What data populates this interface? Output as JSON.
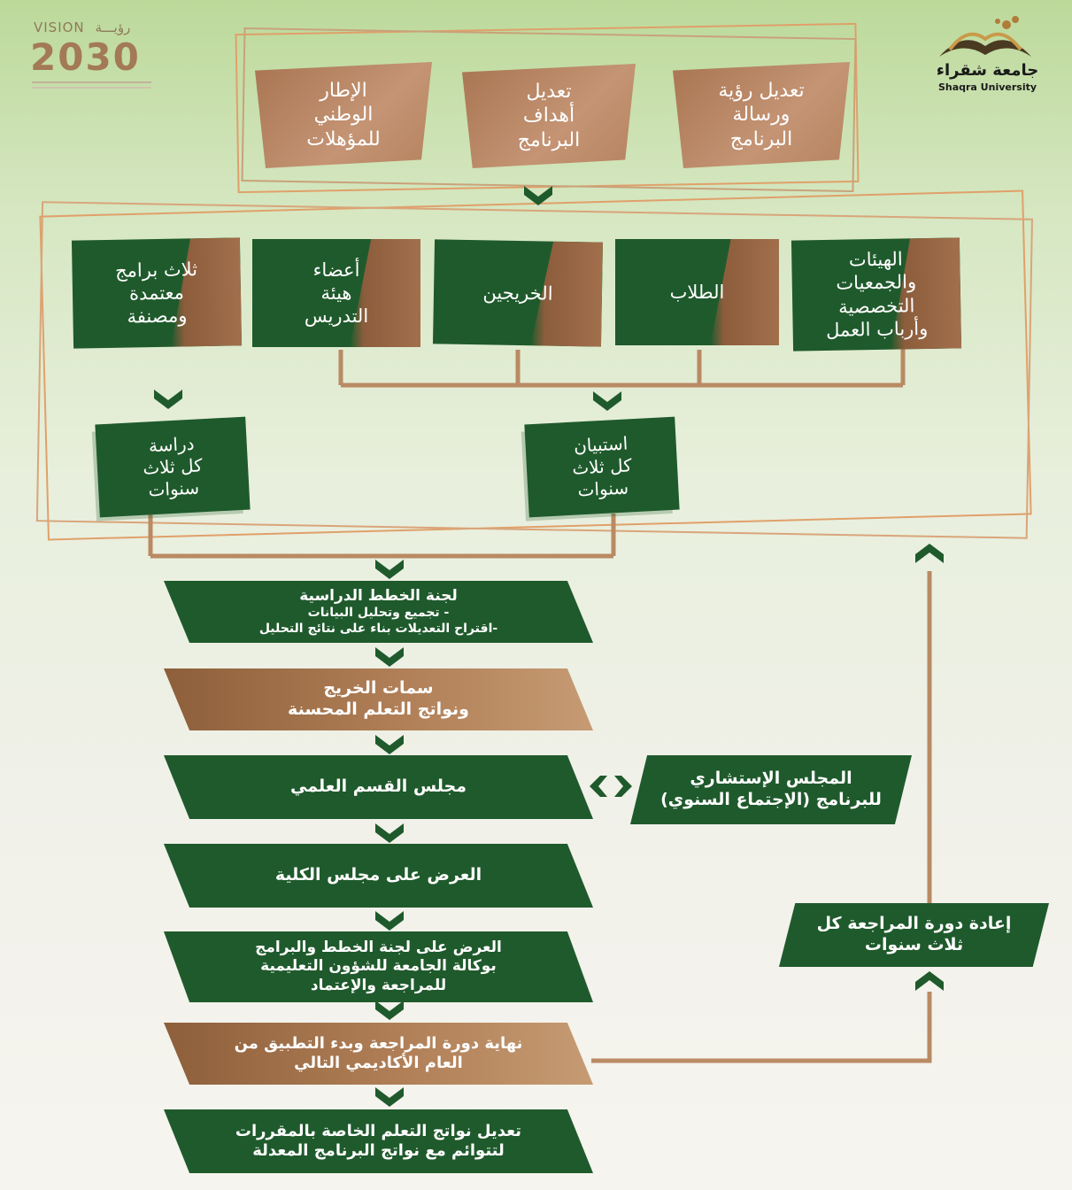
{
  "vision_logo": {
    "vision": "VISION",
    "arabic": "رؤيـــة",
    "year": "2030"
  },
  "university_logo": {
    "arabic": "جامعة شقراء",
    "english": "Shaqra University"
  },
  "top_row": [
    {
      "label": "تعديل رؤية\nورسالة\nالبرنامج"
    },
    {
      "label": "تعديل\nأهداف\nالبرنامج"
    },
    {
      "label": "الإطار\nالوطني\nللمؤهلات"
    }
  ],
  "stakeholders": [
    {
      "label": "الهيئات\nوالجمعيات\nالتخصصية\nوأرباب العمل"
    },
    {
      "label": "الطلاب"
    },
    {
      "label": "الخريجين"
    },
    {
      "label": "أعضاء\nهيئة\nالتدريس"
    },
    {
      "label": "ثلاث برامج\nمعتمدة\nومصنفة"
    }
  ],
  "survey": {
    "label": "استبيان\nكل ثلاث\nسنوات"
  },
  "study": {
    "label": "دراسة\nكل ثلاث\nسنوات"
  },
  "flow": {
    "committee": {
      "title": "لجنة الخطط الدراسية",
      "line1": "- تجميع وتحليل البيانات",
      "line2": "-اقتراح التعديلات بناء على نتائج التحليل"
    },
    "attributes": "سمات الخريج\nونواتج التعلم المحسنة",
    "department_council": "مجلس القسم العلمي",
    "advisory_council": "المجلس الإستشاري\nللبرنامج (الإجتماع السنوي)",
    "college_council": "العرض على مجلس الكلية",
    "university_committee": "العرض على لجنة الخطط والبرامج\nبوكالة الجامعة للشؤون التعليمية\nللمراجعة والإعتماد",
    "end_cycle": "نهاية دورة المراجعة وبدء التطبيق من\nالعام الأكاديمي التالي",
    "course_outcomes": "تعديل نواتج التعلم الخاصة بالمقررات\nلتتوائم مع نواتج البرنامج المعدلة",
    "repeat_cycle": "إعادة دورة المراجعة كل\nثلاث سنوات"
  },
  "colors": {
    "green": "#1f5a2c",
    "brown": "#a97552",
    "line_brown": "#b98a63",
    "frame_orange": "#e0a06a"
  }
}
